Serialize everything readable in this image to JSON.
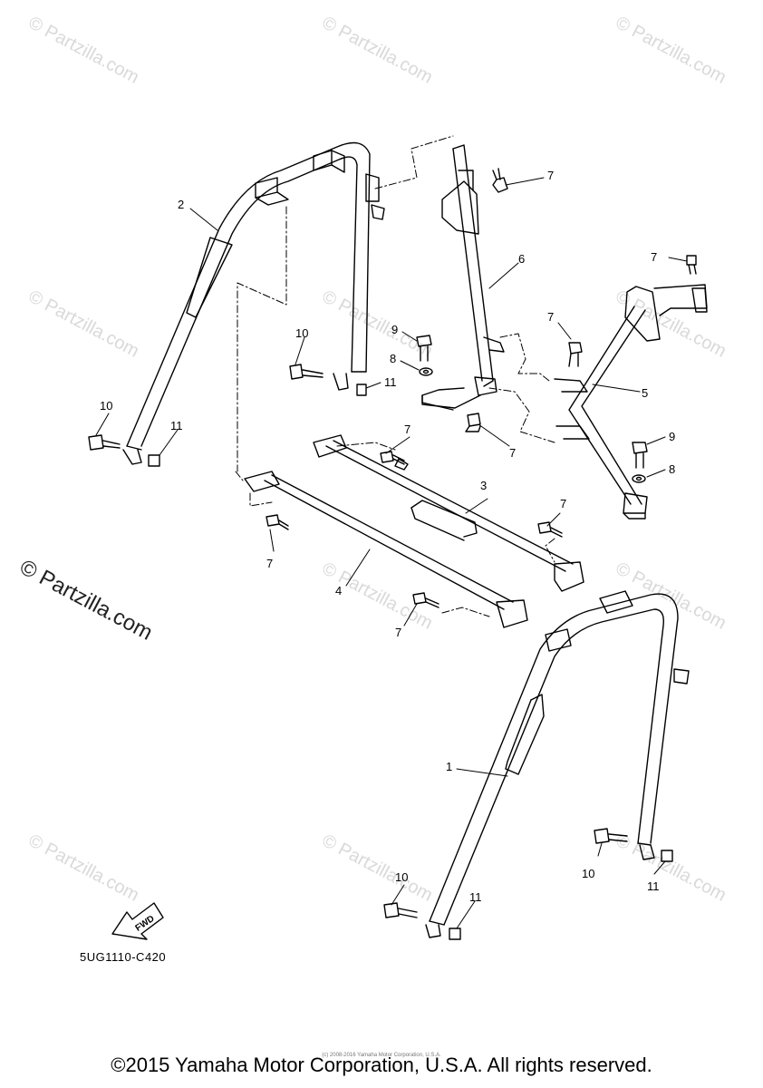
{
  "watermark": {
    "text": "© Partzilla.com"
  },
  "diagram_code": "5UG1110-C420",
  "fwd_label": "FWD",
  "copyright": "©2015 Yamaha Motor Corporation, U.S.A. All rights reserved.",
  "small_copyright": "(c) 2008-2016 Yamaha Motor Corporation, U.S.A.",
  "part_labels": [
    "1",
    "2",
    "3",
    "4",
    "5",
    "6",
    "7",
    "8",
    "9",
    "10",
    "11"
  ]
}
